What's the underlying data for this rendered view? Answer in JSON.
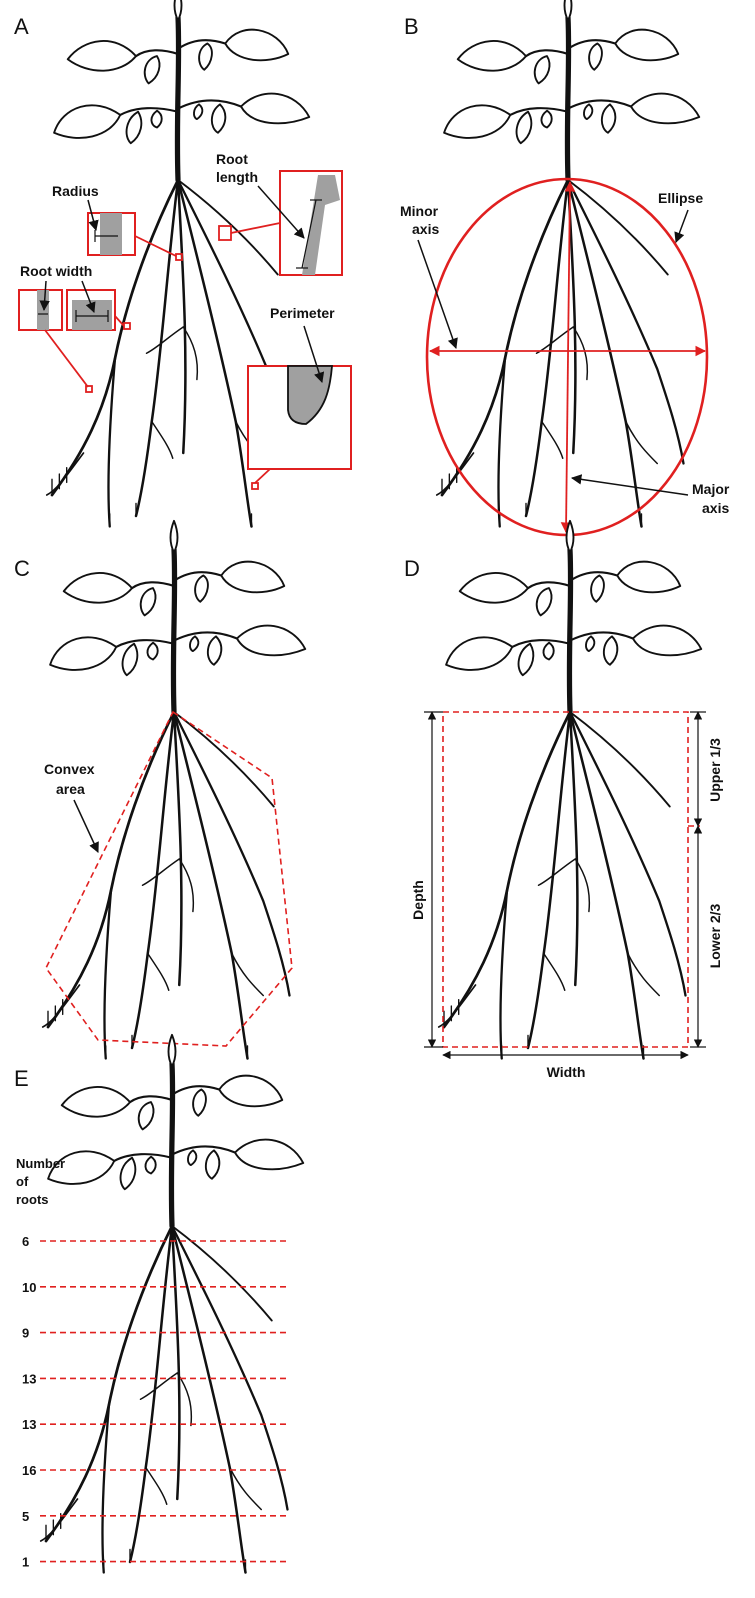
{
  "panels": {
    "a": {
      "letter": "A",
      "labels": {
        "radius": "Radius",
        "root_length_line1": "Root",
        "root_length_line2": "length",
        "root_width": "Root width",
        "perimeter": "Perimeter"
      }
    },
    "b": {
      "letter": "B",
      "labels": {
        "minor_axis_line1": "Minor",
        "minor_axis_line2": "axis",
        "ellipse": "Ellipse",
        "major_axis_line1": "Major",
        "major_axis_line2": "axis"
      }
    },
    "c": {
      "letter": "C",
      "labels": {
        "convex_area_line1": "Convex",
        "convex_area_line2": "area"
      }
    },
    "d": {
      "letter": "D",
      "labels": {
        "depth": "Depth",
        "width": "Width",
        "upper": "Upper 1/3",
        "lower": "Lower 2/3"
      }
    },
    "e": {
      "letter": "E",
      "labels": {
        "number_line1": "Number",
        "number_line2": "of",
        "number_line3": "roots"
      },
      "root_counts": [
        "6",
        "10",
        "9",
        "13",
        "13",
        "16",
        "5",
        "1"
      ]
    }
  },
  "colors": {
    "annotation_red": "#e02020",
    "plant_black": "#111111",
    "plant_grey": "#b0b0b0",
    "highlight_grey": "#a0a0a0"
  }
}
